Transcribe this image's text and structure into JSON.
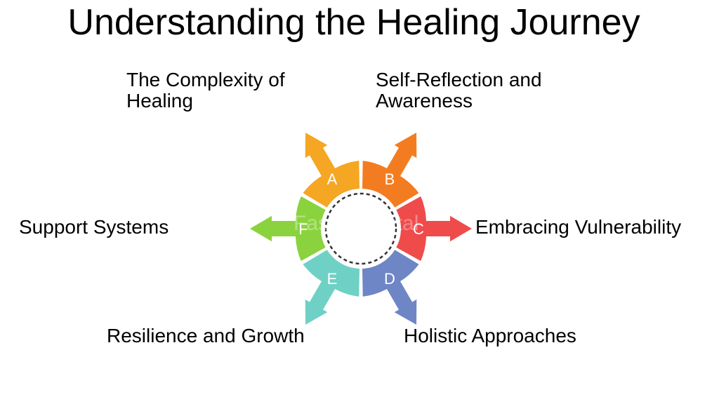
{
  "title": "Understanding the Healing Journey",
  "segments": [
    {
      "letter": "A",
      "label": "The Complexity of\nHealing",
      "color": "#F5A623"
    },
    {
      "letter": "B",
      "label": "Self-Reflection and\nAwareness",
      "color": "#F47C20"
    },
    {
      "letter": "C",
      "label": "Embracing Vulnerability",
      "color": "#EF4B4B"
    },
    {
      "letter": "D",
      "label": "Holistic Approaches",
      "color": "#6E86C6"
    },
    {
      "letter": "E",
      "label": "Resilience and Growth",
      "color": "#6FD1C5"
    },
    {
      "letter": "F",
      "label": "Support Systems",
      "color": "#8BD33E"
    }
  ],
  "watermark": "FasterCapital"
}
